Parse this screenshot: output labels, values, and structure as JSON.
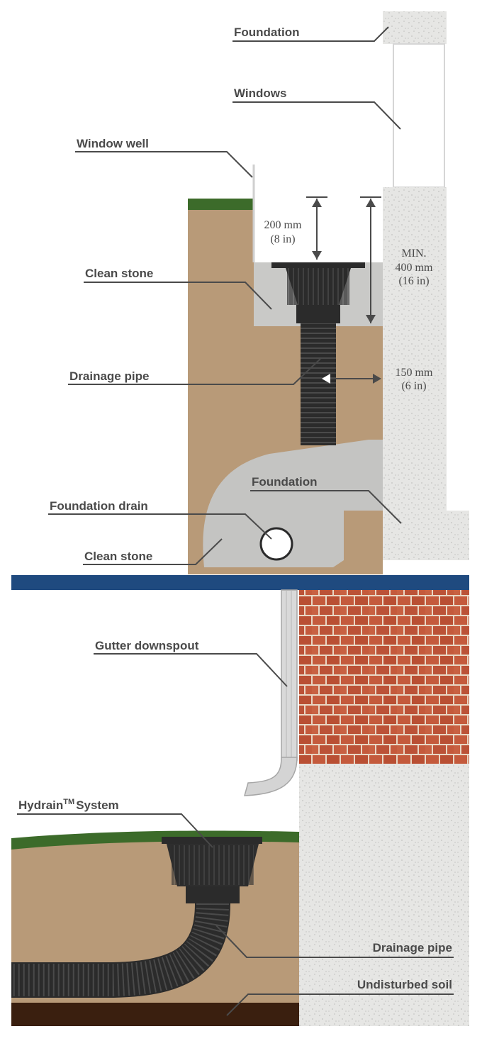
{
  "top_section": {
    "labels": {
      "foundation_top": "Foundation",
      "windows": "Windows",
      "window_well": "Window well",
      "clean_stone_upper": "Clean stone",
      "drainage_pipe": "Drainage pipe",
      "foundation_mid": "Foundation",
      "foundation_drain": "Foundation drain",
      "clean_stone_lower": "Clean stone"
    },
    "dimensions": {
      "d200_line1": "200 mm",
      "d200_line2": "(8 in)",
      "min_line1": "MIN.",
      "min_line2": "400 mm",
      "min_line3": "(16 in)",
      "d150_line1": "150 mm",
      "d150_line2": "(6 in)"
    }
  },
  "bottom_section": {
    "labels": {
      "gutter_downspout": "Gutter downspout",
      "hydrain_name": "Hydrain",
      "hydrain_tm": "TM",
      "hydrain_suffix": "System",
      "drainage_pipe": "Drainage pipe",
      "undisturbed_soil": "Undisturbed soil"
    }
  },
  "colors": {
    "soil": "#b89a78",
    "soil_dark": "#3a1f0f",
    "concrete": "#e4e4e2",
    "stone": "#c9c9c7",
    "grass": "#3c6b2a",
    "pipe": "#2a2a2a",
    "brick": "#c0563a",
    "mortar": "#e9d7c4",
    "divider": "#1f4a7f",
    "text": "#4a4a4a"
  }
}
